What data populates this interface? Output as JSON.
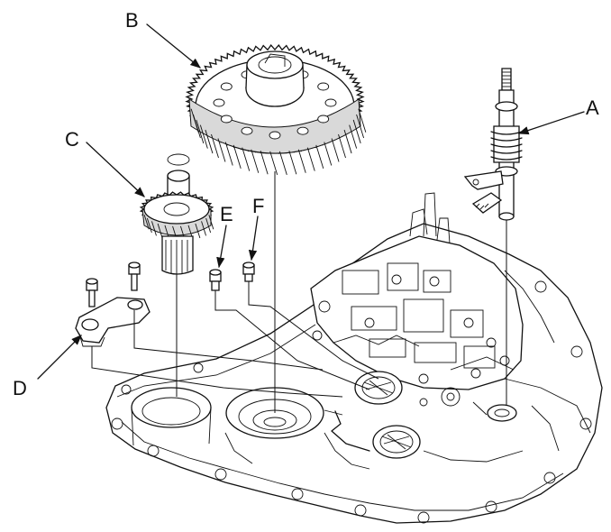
{
  "callouts": {
    "A": "A",
    "B": "B",
    "C": "C",
    "D": "D",
    "E": "E",
    "F": "F"
  }
}
